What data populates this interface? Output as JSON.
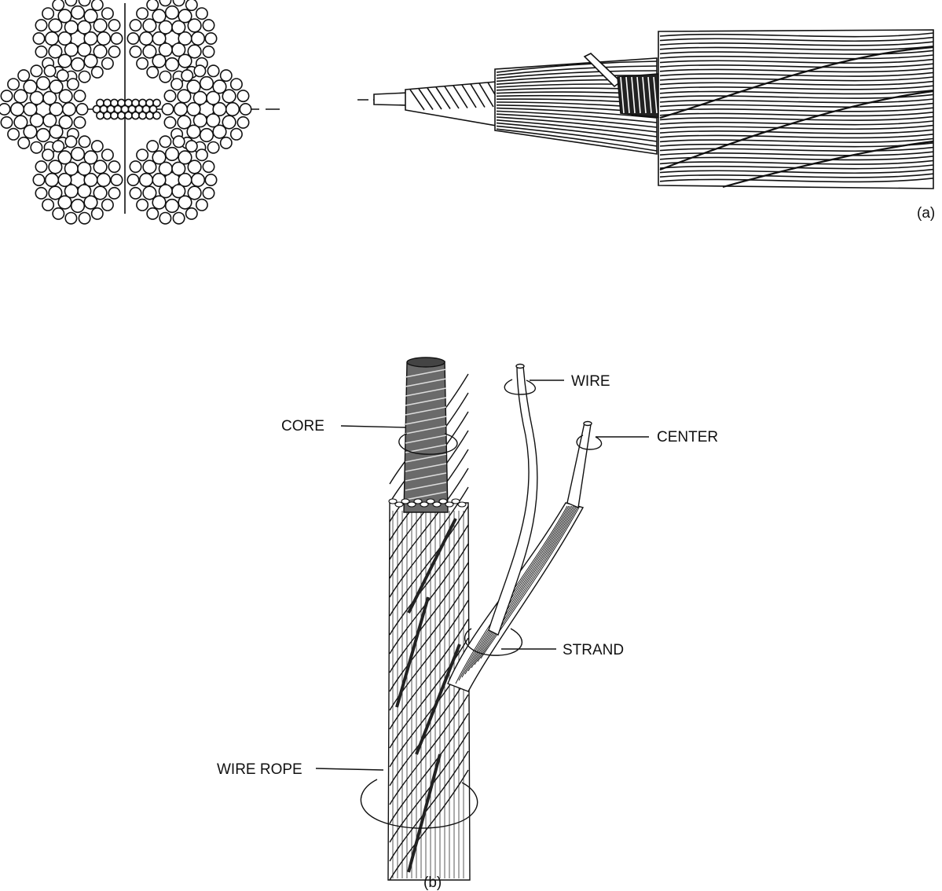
{
  "panel_a": {
    "caption": "(a)"
  },
  "panel_b": {
    "caption": "(b)",
    "labels": {
      "core": "CORE",
      "wire": "WIRE",
      "center": "CENTER",
      "strand": "STRAND",
      "wire_rope": "WIRE ROPE"
    }
  },
  "colors": {
    "ink": "#111111",
    "paper": "#ffffff"
  }
}
